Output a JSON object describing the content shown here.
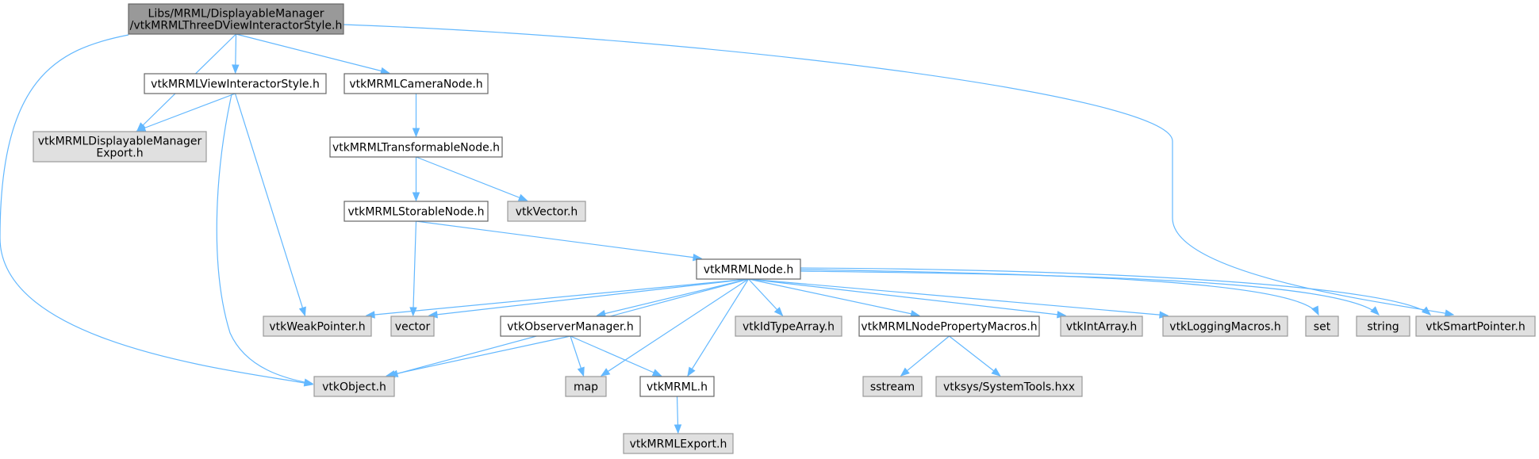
{
  "colors": {
    "root_fill": "#999999",
    "documented_fill": "#ffffff",
    "documented_stroke": "#666666",
    "external_fill": "#e0e0e0",
    "external_stroke": "#999999",
    "edge": "#63b8ff"
  },
  "nodes": {
    "root": {
      "lines": [
        "Libs/MRML/DisplayableManager",
        "/vtkMRMLThreeDViewInteractorStyle.h"
      ],
      "kind": "root"
    },
    "displayable_export": {
      "lines": [
        "vtkMRMLDisplayableManager",
        "Export.h"
      ],
      "kind": "external"
    },
    "view_interactor_style": {
      "lines": [
        "vtkMRMLViewInteractorStyle.h"
      ],
      "kind": "documented"
    },
    "camera_node": {
      "lines": [
        "vtkMRMLCameraNode.h"
      ],
      "kind": "documented"
    },
    "transformable_node": {
      "lines": [
        "vtkMRMLTransformableNode.h"
      ],
      "kind": "documented"
    },
    "storable_node": {
      "lines": [
        "vtkMRMLStorableNode.h"
      ],
      "kind": "documented"
    },
    "vtk_vector": {
      "lines": [
        "vtkVector.h"
      ],
      "kind": "external"
    },
    "mrml_node": {
      "lines": [
        "vtkMRMLNode.h"
      ],
      "kind": "documented"
    },
    "weak_pointer": {
      "lines": [
        "vtkWeakPointer.h"
      ],
      "kind": "external"
    },
    "vector": {
      "lines": [
        "vector"
      ],
      "kind": "external"
    },
    "observer_manager": {
      "lines": [
        "vtkObserverManager.h"
      ],
      "kind": "documented"
    },
    "id_type_array": {
      "lines": [
        "vtkIdTypeArray.h"
      ],
      "kind": "external"
    },
    "node_property_macros": {
      "lines": [
        "vtkMRMLNodePropertyMacros.h"
      ],
      "kind": "documented"
    },
    "int_array": {
      "lines": [
        "vtkIntArray.h"
      ],
      "kind": "external"
    },
    "logging_macros": {
      "lines": [
        "vtkLoggingMacros.h"
      ],
      "kind": "external"
    },
    "set": {
      "lines": [
        "set"
      ],
      "kind": "external"
    },
    "string": {
      "lines": [
        "string"
      ],
      "kind": "external"
    },
    "smart_pointer": {
      "lines": [
        "vtkSmartPointer.h"
      ],
      "kind": "external"
    },
    "vtk_object": {
      "lines": [
        "vtkObject.h"
      ],
      "kind": "external"
    },
    "map": {
      "lines": [
        "map"
      ],
      "kind": "external"
    },
    "vtk_mrml": {
      "lines": [
        "vtkMRML.h"
      ],
      "kind": "documented"
    },
    "sstream": {
      "lines": [
        "sstream"
      ],
      "kind": "external"
    },
    "system_tools": {
      "lines": [
        "vtksys/SystemTools.hxx"
      ],
      "kind": "external"
    },
    "mrml_export": {
      "lines": [
        "vtkMRMLExport.h"
      ],
      "kind": "external"
    }
  },
  "edges": [
    [
      "root",
      "vtk_object"
    ],
    [
      "root",
      "displayable_export"
    ],
    [
      "root",
      "view_interactor_style"
    ],
    [
      "root",
      "camera_node"
    ],
    [
      "root",
      "smart_pointer"
    ],
    [
      "view_interactor_style",
      "displayable_export"
    ],
    [
      "view_interactor_style",
      "vtk_object"
    ],
    [
      "view_interactor_style",
      "weak_pointer"
    ],
    [
      "camera_node",
      "transformable_node"
    ],
    [
      "transformable_node",
      "storable_node"
    ],
    [
      "transformable_node",
      "vtk_vector"
    ],
    [
      "storable_node",
      "vector"
    ],
    [
      "storable_node",
      "mrml_node"
    ],
    [
      "mrml_node",
      "weak_pointer"
    ],
    [
      "mrml_node",
      "vector"
    ],
    [
      "mrml_node",
      "vtk_object"
    ],
    [
      "mrml_node",
      "observer_manager"
    ],
    [
      "mrml_node",
      "map"
    ],
    [
      "mrml_node",
      "vtk_mrml"
    ],
    [
      "mrml_node",
      "id_type_array"
    ],
    [
      "mrml_node",
      "node_property_macros"
    ],
    [
      "mrml_node",
      "int_array"
    ],
    [
      "mrml_node",
      "logging_macros"
    ],
    [
      "mrml_node",
      "set"
    ],
    [
      "mrml_node",
      "string"
    ],
    [
      "mrml_node",
      "smart_pointer"
    ],
    [
      "observer_manager",
      "vtk_object"
    ],
    [
      "observer_manager",
      "map"
    ],
    [
      "observer_manager",
      "vtk_mrml"
    ],
    [
      "node_property_macros",
      "sstream"
    ],
    [
      "node_property_macros",
      "system_tools"
    ],
    [
      "vtk_mrml",
      "mrml_export"
    ]
  ]
}
